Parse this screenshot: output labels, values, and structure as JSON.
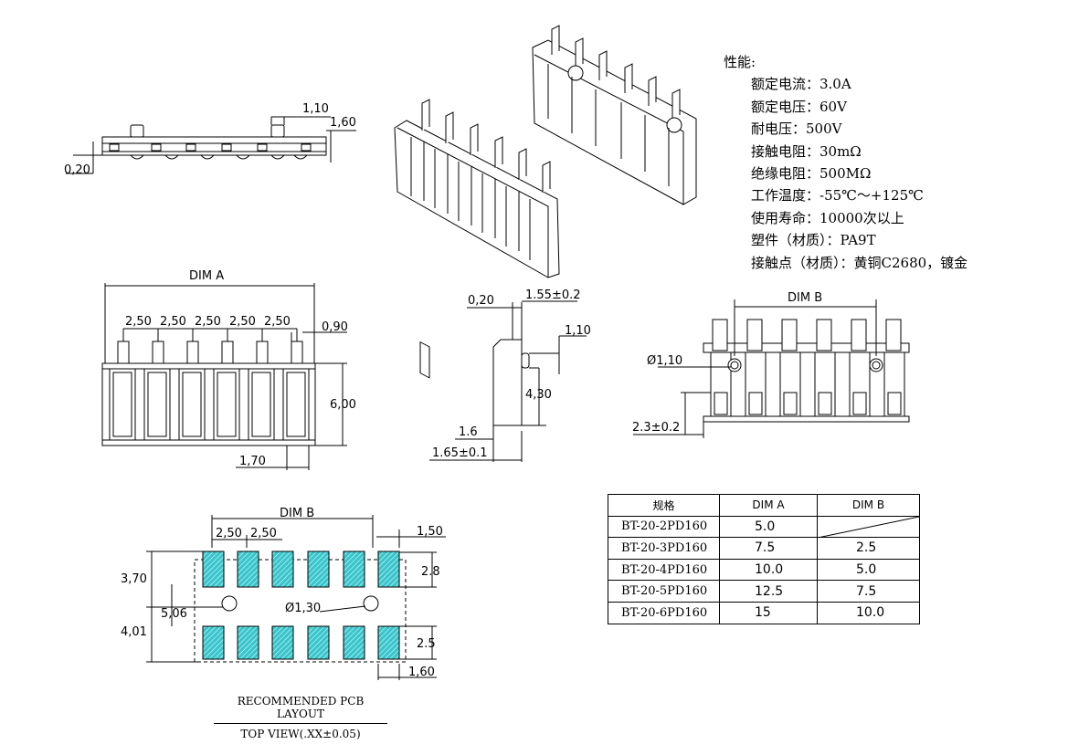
{
  "performance": {
    "title": "性能:",
    "rows": [
      "额定电流：3.0A",
      "额定电压：60V",
      "耐电压：500V",
      "接触电阻：30mΩ",
      "绝缘电阻：500MΩ",
      "工作温度：-55℃～+125℃",
      "使用寿命：10000次以上",
      "塑件（材质）：PA9T",
      "接触点（材质）：黄铜C2680，镀金"
    ]
  },
  "table": {
    "headers": [
      "规格",
      "DIM A",
      "DIM B"
    ],
    "rows": [
      {
        "model": "BT-20-2PD160",
        "dim_a": "5.0",
        "dim_b": ""
      },
      {
        "model": "BT-20-3PD160",
        "dim_a": "7.5",
        "dim_b": "2.5"
      },
      {
        "model": "BT-20-4PD160",
        "dim_a": "10.0",
        "dim_b": "5.0"
      },
      {
        "model": "BT-20-5PD160",
        "dim_a": "12.5",
        "dim_b": "7.5"
      },
      {
        "model": "BT-20-6PD160",
        "dim_a": "15",
        "dim_b": "10.0"
      }
    ]
  },
  "top_side_view": {
    "dim_pin_width": "1,10",
    "dim_height": "1,60",
    "dim_offset": "0,20"
  },
  "front_view": {
    "dim_a_label": "DIM A",
    "pitches": [
      "2,50",
      "2,50",
      "2,50",
      "2,50",
      "2,50"
    ],
    "dim_090": "0,90",
    "dim_600": "6,00",
    "dim_170": "1,70"
  },
  "side_view": {
    "dim_020": "0,20",
    "dim_155": "1.55±0.2",
    "dim_110": "1,10",
    "dim_430": "4,30",
    "dim_16": "1.6",
    "dim_165": "1.65±0.1"
  },
  "rear_view": {
    "dim_b_label": "DIM B",
    "dim_hole": "Ø1,10",
    "dim_23": "2.3±0.2"
  },
  "pcb_layout": {
    "dim_b_label": "DIM B",
    "pitch_1": "2,50",
    "pitch_2": "2,50",
    "dim_150": "1,50",
    "dim_370": "3,70",
    "dim_28": "2.8",
    "dim_506": "5,06",
    "dim_hole": "Ø1,30",
    "dim_401": "4,01",
    "dim_25": "2.5",
    "dim_160": "1,60",
    "caption_1": "RECOMMENDED PCB LAYOUT",
    "caption_2": "TOP VIEW(.XX±0.05)",
    "pad_color": "#38C6CC"
  }
}
